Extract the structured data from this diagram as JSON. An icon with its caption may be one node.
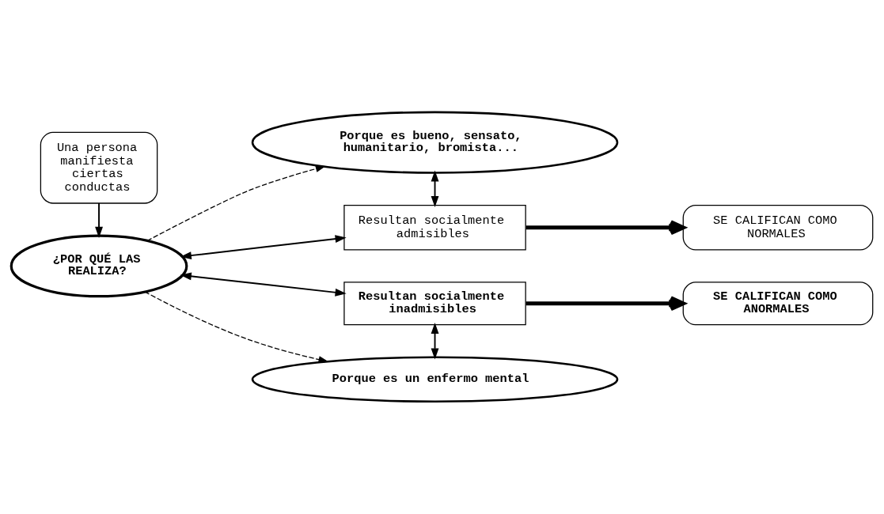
{
  "diagram": {
    "nodes": [
      {
        "text": [
          "Una persona manifiesta ciertas conductas"
        ]
      },
      {
        "text": [
          "Porque es bueno, sensato, humanitario, bromista..."
        ]
      },
      {
        "text": [
          "¿POR QUÉ LAS REALIZA?"
        ]
      },
      {
        "text": [
          "Resultan socialmente admisibles"
        ]
      },
      {
        "text": [
          "SE CALIFICAN COMO NORMALES"
        ]
      },
      {
        "text": [
          "Resultan socialmente inadmisibles"
        ]
      },
      {
        "text": [
          "SE CALIFICAN COMO ANORMALES"
        ]
      },
      {
        "text": [
          "Porque es un enfermo mental"
        ]
      }
    ],
    "edges": [
      {
        "from": 0,
        "to": 2,
        "arrow": "to"
      },
      {
        "from": 2,
        "to": 1,
        "arrow": "to",
        "style": "dashed"
      },
      {
        "from": 2,
        "to": 3,
        "arrow": "both"
      },
      {
        "from": 1,
        "to": 3,
        "arrow": "both"
      },
      {
        "from": 3,
        "to": 4,
        "arrow": "to",
        "style": "thick"
      },
      {
        "from": 2,
        "to": 5,
        "arrow": "both"
      },
      {
        "from": 5,
        "to": 6,
        "arrow": "to",
        "style": "thick"
      },
      {
        "from": 5,
        "to": 7,
        "arrow": "both"
      },
      {
        "from": 2,
        "to": 7,
        "arrow": "to",
        "style": "dashed"
      }
    ]
  }
}
